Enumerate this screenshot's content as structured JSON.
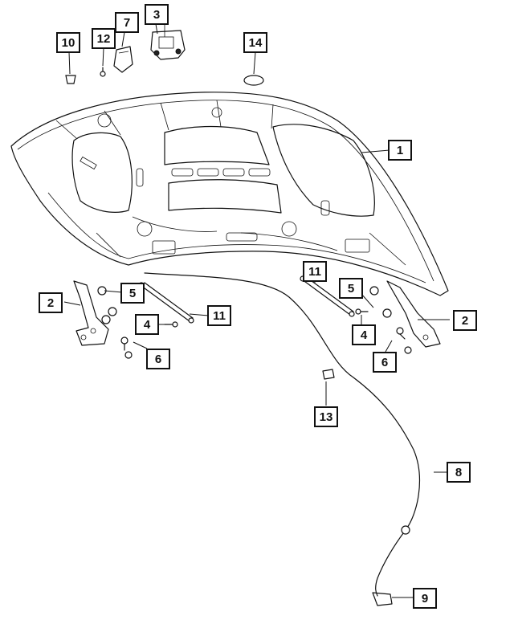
{
  "callouts": [
    {
      "id": "c1",
      "label": "1"
    },
    {
      "id": "c2L",
      "label": "2"
    },
    {
      "id": "c2R",
      "label": "2"
    },
    {
      "id": "c3",
      "label": "3"
    },
    {
      "id": "c4L",
      "label": "4"
    },
    {
      "id": "c4R",
      "label": "4"
    },
    {
      "id": "c5L",
      "label": "5"
    },
    {
      "id": "c5R",
      "label": "5"
    },
    {
      "id": "c6L",
      "label": "6"
    },
    {
      "id": "c6R",
      "label": "6"
    },
    {
      "id": "c7",
      "label": "7"
    },
    {
      "id": "c8",
      "label": "8"
    },
    {
      "id": "c9",
      "label": "9"
    },
    {
      "id": "c10",
      "label": "10"
    },
    {
      "id": "c11L",
      "label": "11"
    },
    {
      "id": "c11R",
      "label": "11"
    },
    {
      "id": "c12",
      "label": "12"
    },
    {
      "id": "c13",
      "label": "13"
    },
    {
      "id": "c14",
      "label": "14"
    }
  ]
}
